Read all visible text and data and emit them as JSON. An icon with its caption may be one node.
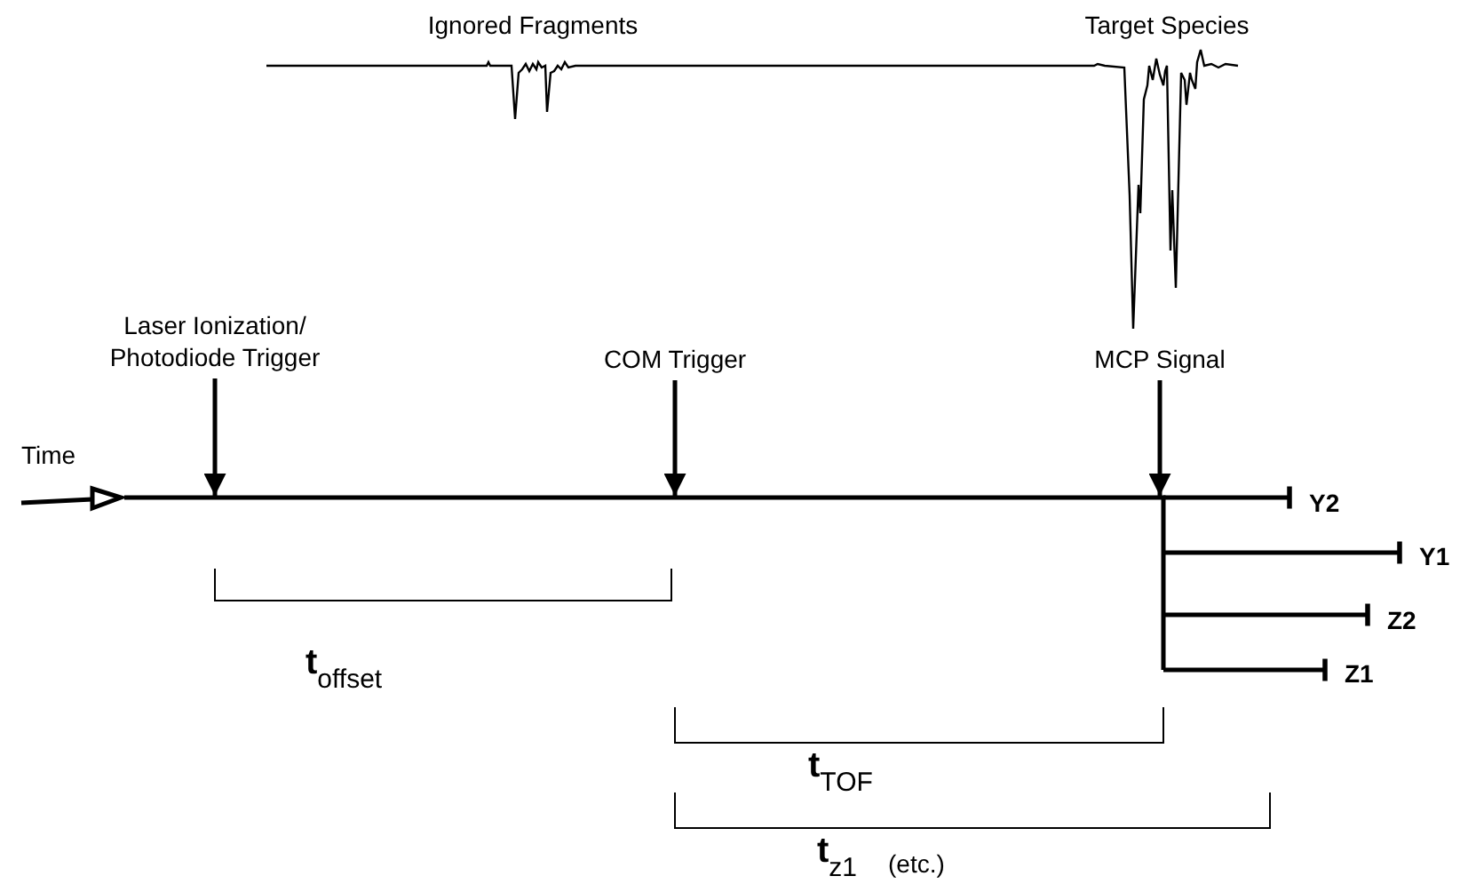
{
  "diagram": {
    "nodes": [
      {
        "text": [
          "Laser Ionization/ Photodiode Trigger"
        ]
      },
      {
        "text": [
          "COM Trigger"
        ]
      },
      {
        "text": [
          "MCP Signal"
        ]
      },
      {
        "text": [
          "Y2"
        ]
      },
      {
        "text": [
          "Y1"
        ]
      },
      {
        "text": [
          "Z2"
        ]
      },
      {
        "text": [
          "Z1"
        ]
      }
    ],
    "edges": [
      {
        "from": 0,
        "to": null,
        "arrow": "to"
      },
      {
        "from": 1,
        "to": null,
        "arrow": "to"
      },
      {
        "from": 2,
        "to": null,
        "arrow": "to"
      },
      {
        "from": null,
        "to": 3,
        "arrow": "other"
      },
      {
        "from": null,
        "to": 4,
        "arrow": "other"
      },
      {
        "from": null,
        "to": 5,
        "arrow": "other"
      },
      {
        "from": null,
        "to": 6,
        "arrow": "other"
      }
    ],
    "labels": [
      "Ignored Fragments",
      "Target Species",
      "Time",
      "t$_{offset}$",
      "t$_{TOF}$",
      "t$_{z1}$",
      "(etc.)"
    ]
  }
}
